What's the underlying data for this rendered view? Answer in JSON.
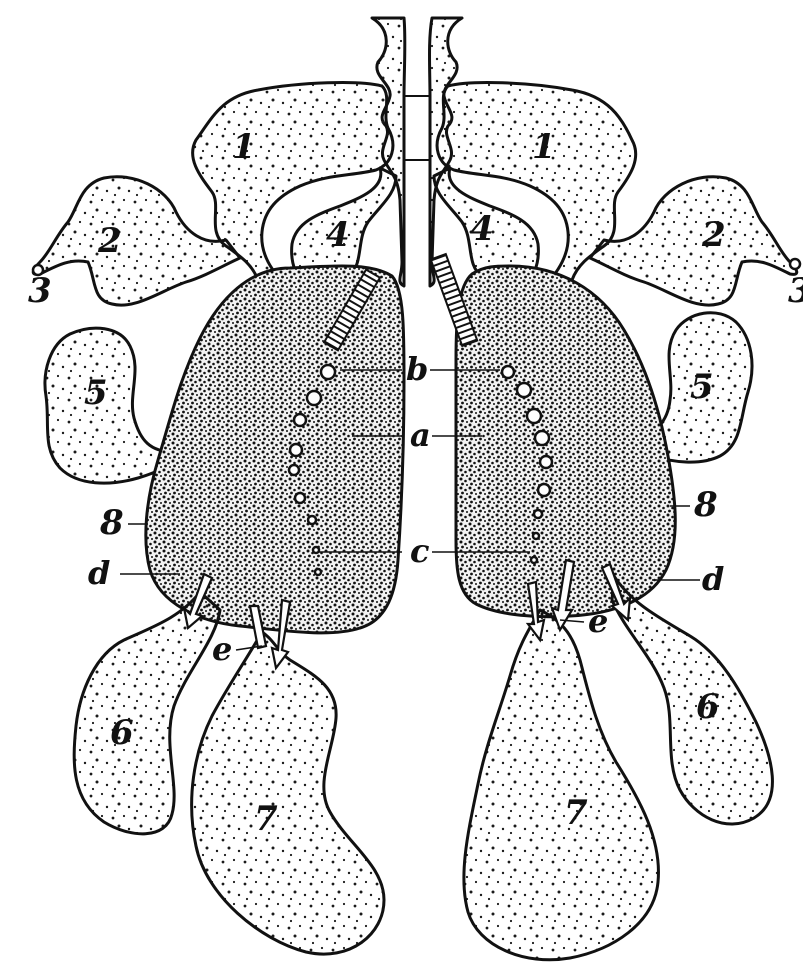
{
  "figure": {
    "colors": {
      "ink": "#111111",
      "paper": "#ffffff",
      "stipple": "#1a1a1a"
    },
    "labels": {
      "n1": "1",
      "n2": "2",
      "n3": "3",
      "n4": "4",
      "n5": "5",
      "n6": "6",
      "n7": "7",
      "n8": "8",
      "a": "a",
      "b": "b",
      "c": "c",
      "d": "d",
      "e": "e"
    }
  }
}
